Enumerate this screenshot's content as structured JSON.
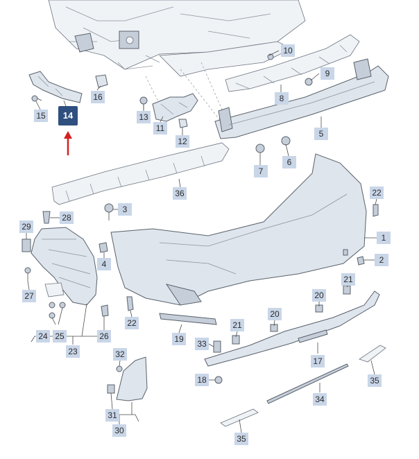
{
  "diagram": {
    "callouts": [
      {
        "id": "c1",
        "label": "1"
      },
      {
        "id": "c2",
        "label": "2"
      },
      {
        "id": "c3",
        "label": "3"
      },
      {
        "id": "c4",
        "label": "4"
      },
      {
        "id": "c5",
        "label": "5"
      },
      {
        "id": "c6",
        "label": "6"
      },
      {
        "id": "c7",
        "label": "7"
      },
      {
        "id": "c8",
        "label": "8"
      },
      {
        "id": "c9",
        "label": "9"
      },
      {
        "id": "c10",
        "label": "10"
      },
      {
        "id": "c11",
        "label": "11"
      },
      {
        "id": "c12",
        "label": "12"
      },
      {
        "id": "c13",
        "label": "13"
      },
      {
        "id": "c14",
        "label": "14"
      },
      {
        "id": "c15",
        "label": "15"
      },
      {
        "id": "c16",
        "label": "16"
      },
      {
        "id": "c17",
        "label": "17"
      },
      {
        "id": "c18",
        "label": "18"
      },
      {
        "id": "c19",
        "label": "19"
      },
      {
        "id": "c20a",
        "label": "20"
      },
      {
        "id": "c20b",
        "label": "20"
      },
      {
        "id": "c21a",
        "label": "21"
      },
      {
        "id": "c21b",
        "label": "21"
      },
      {
        "id": "c22a",
        "label": "22"
      },
      {
        "id": "c22b",
        "label": "22"
      },
      {
        "id": "c23",
        "label": "23"
      },
      {
        "id": "c24",
        "label": "24"
      },
      {
        "id": "c25",
        "label": "25"
      },
      {
        "id": "c26",
        "label": "26"
      },
      {
        "id": "c27",
        "label": "27"
      },
      {
        "id": "c28",
        "label": "28"
      },
      {
        "id": "c29",
        "label": "29"
      },
      {
        "id": "c30",
        "label": "30"
      },
      {
        "id": "c31",
        "label": "31"
      },
      {
        "id": "c32",
        "label": "32"
      },
      {
        "id": "c33",
        "label": "33"
      },
      {
        "id": "c34",
        "label": "34"
      },
      {
        "id": "c35a",
        "label": "35"
      },
      {
        "id": "c35b",
        "label": "35"
      },
      {
        "id": "c36",
        "label": "36"
      }
    ],
    "highlight_callout": "14",
    "colors": {
      "callout_bg": "#c9d6e8",
      "highlight_bg": "#2f4f7f",
      "arrow": "#d62020",
      "part_fill": "#dfe5ec"
    }
  }
}
